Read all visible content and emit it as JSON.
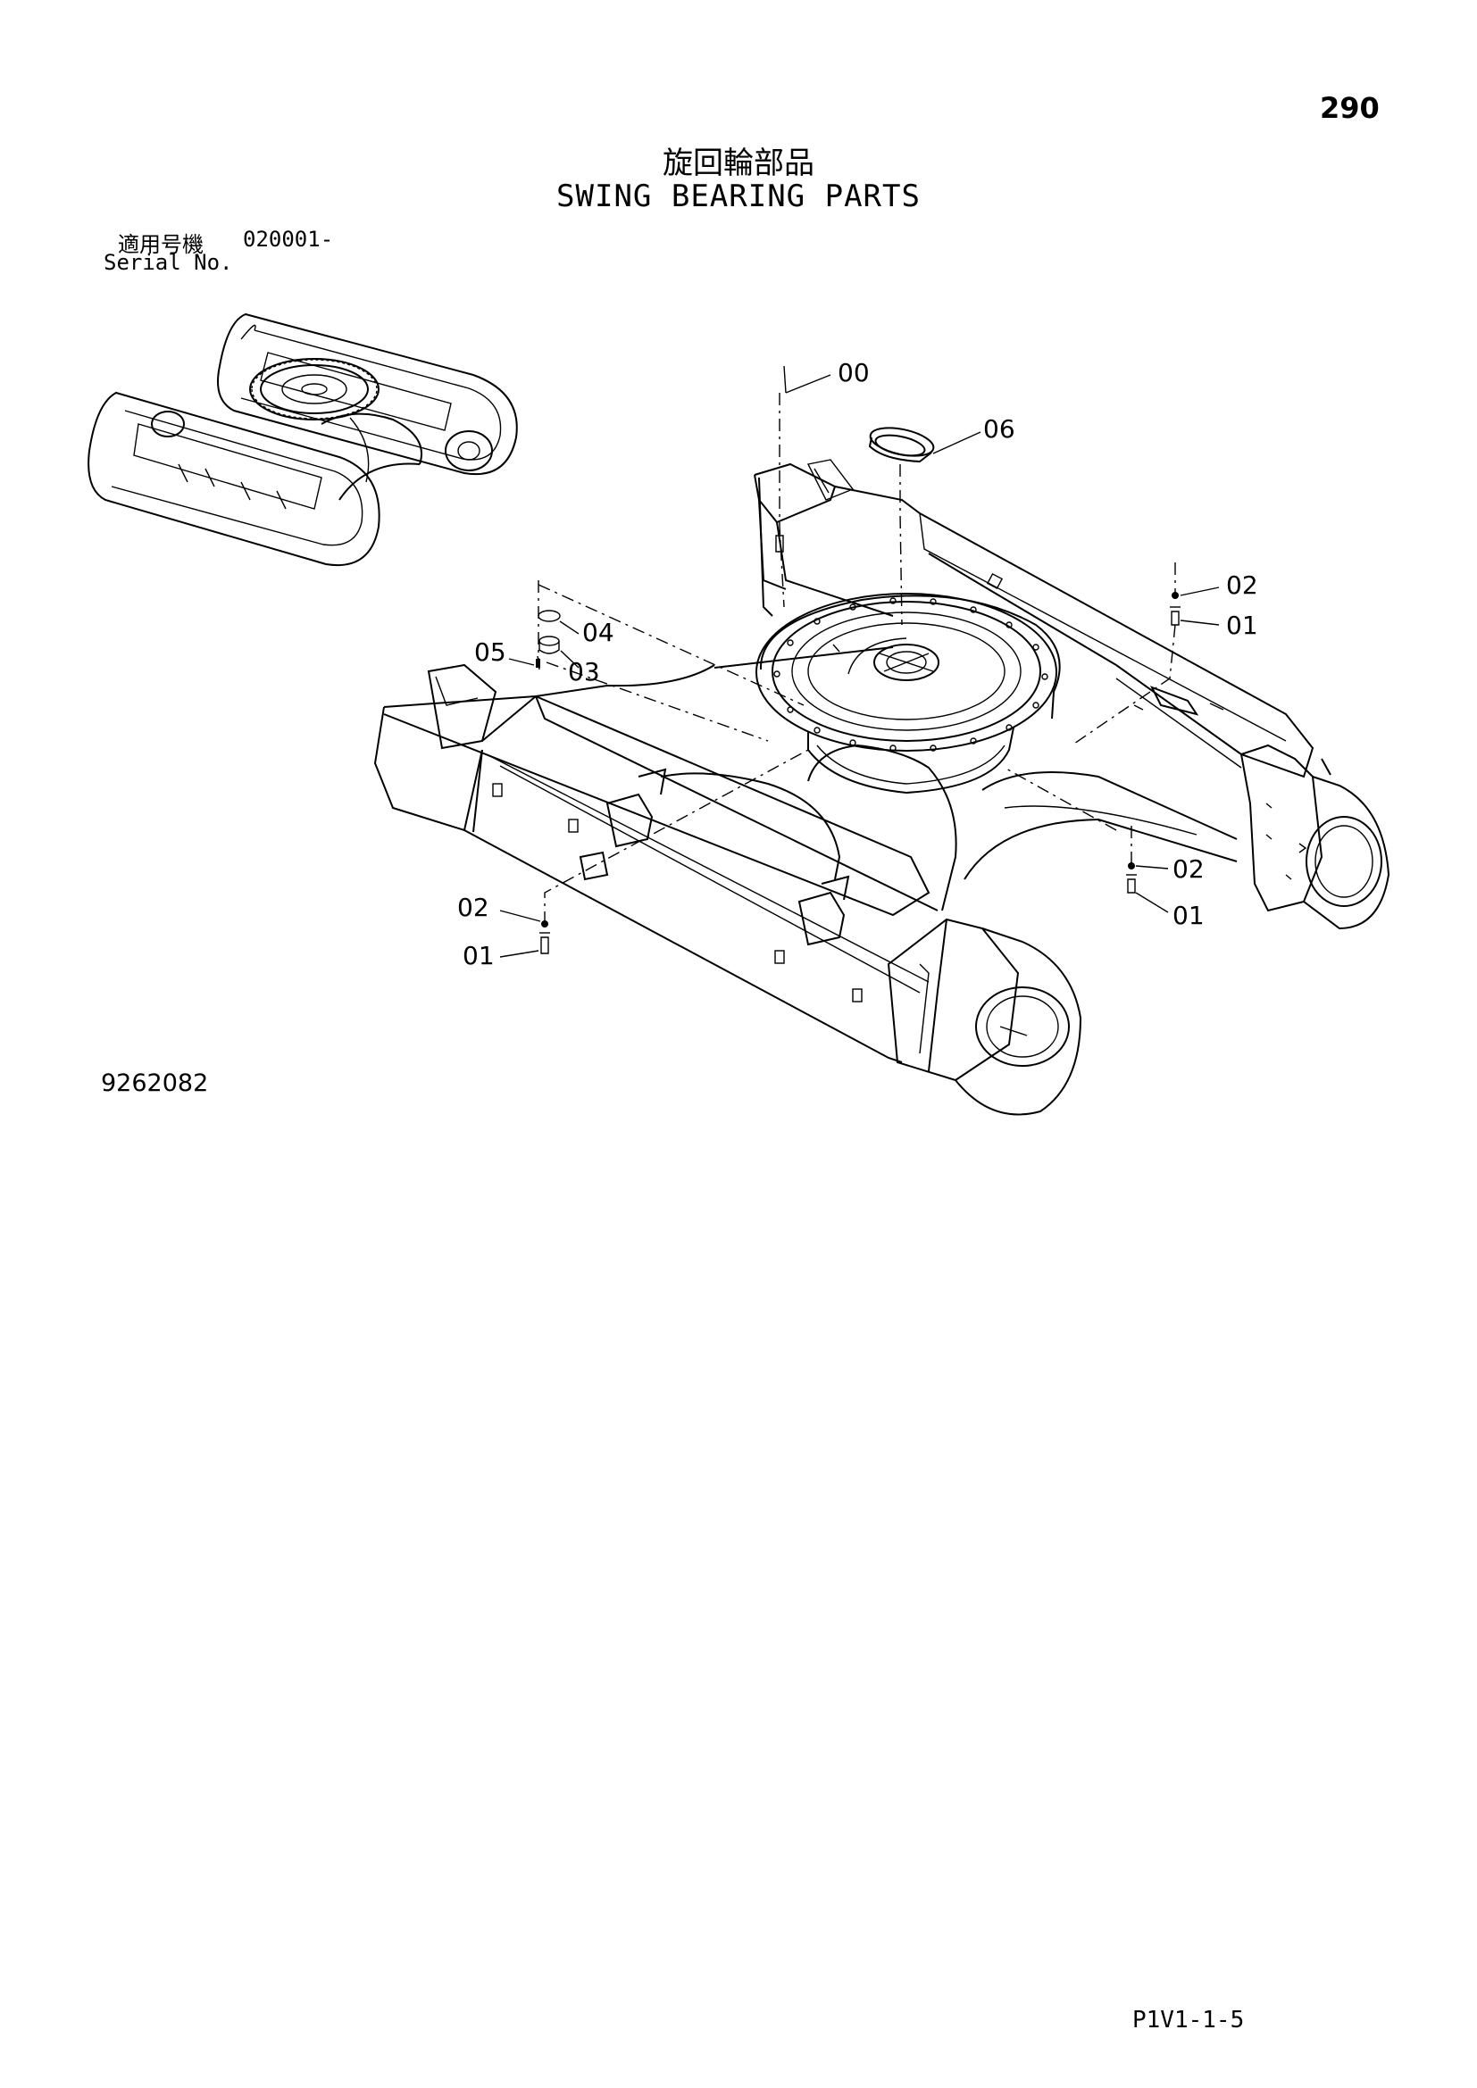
{
  "page": {
    "number": "290",
    "title_jp": "旋回輪部品",
    "title_en": "SWING BEARING PARTS"
  },
  "serial": {
    "label_jp": "適用号機",
    "range": "020001-",
    "label_en": "Serial No."
  },
  "callouts": [
    {
      "id": "00",
      "label": "00"
    },
    {
      "id": "06",
      "label": "06"
    },
    {
      "id": "02a",
      "label": "02"
    },
    {
      "id": "01a",
      "label": "01"
    },
    {
      "id": "04",
      "label": "04"
    },
    {
      "id": "05",
      "label": "05"
    },
    {
      "id": "03",
      "label": "03"
    },
    {
      "id": "02b",
      "label": "02"
    },
    {
      "id": "01b",
      "label": "01"
    },
    {
      "id": "02c",
      "label": "02"
    },
    {
      "id": "01c",
      "label": "01"
    }
  ],
  "drawing_number": "9262082",
  "footer_code": "P1V1-1-5"
}
